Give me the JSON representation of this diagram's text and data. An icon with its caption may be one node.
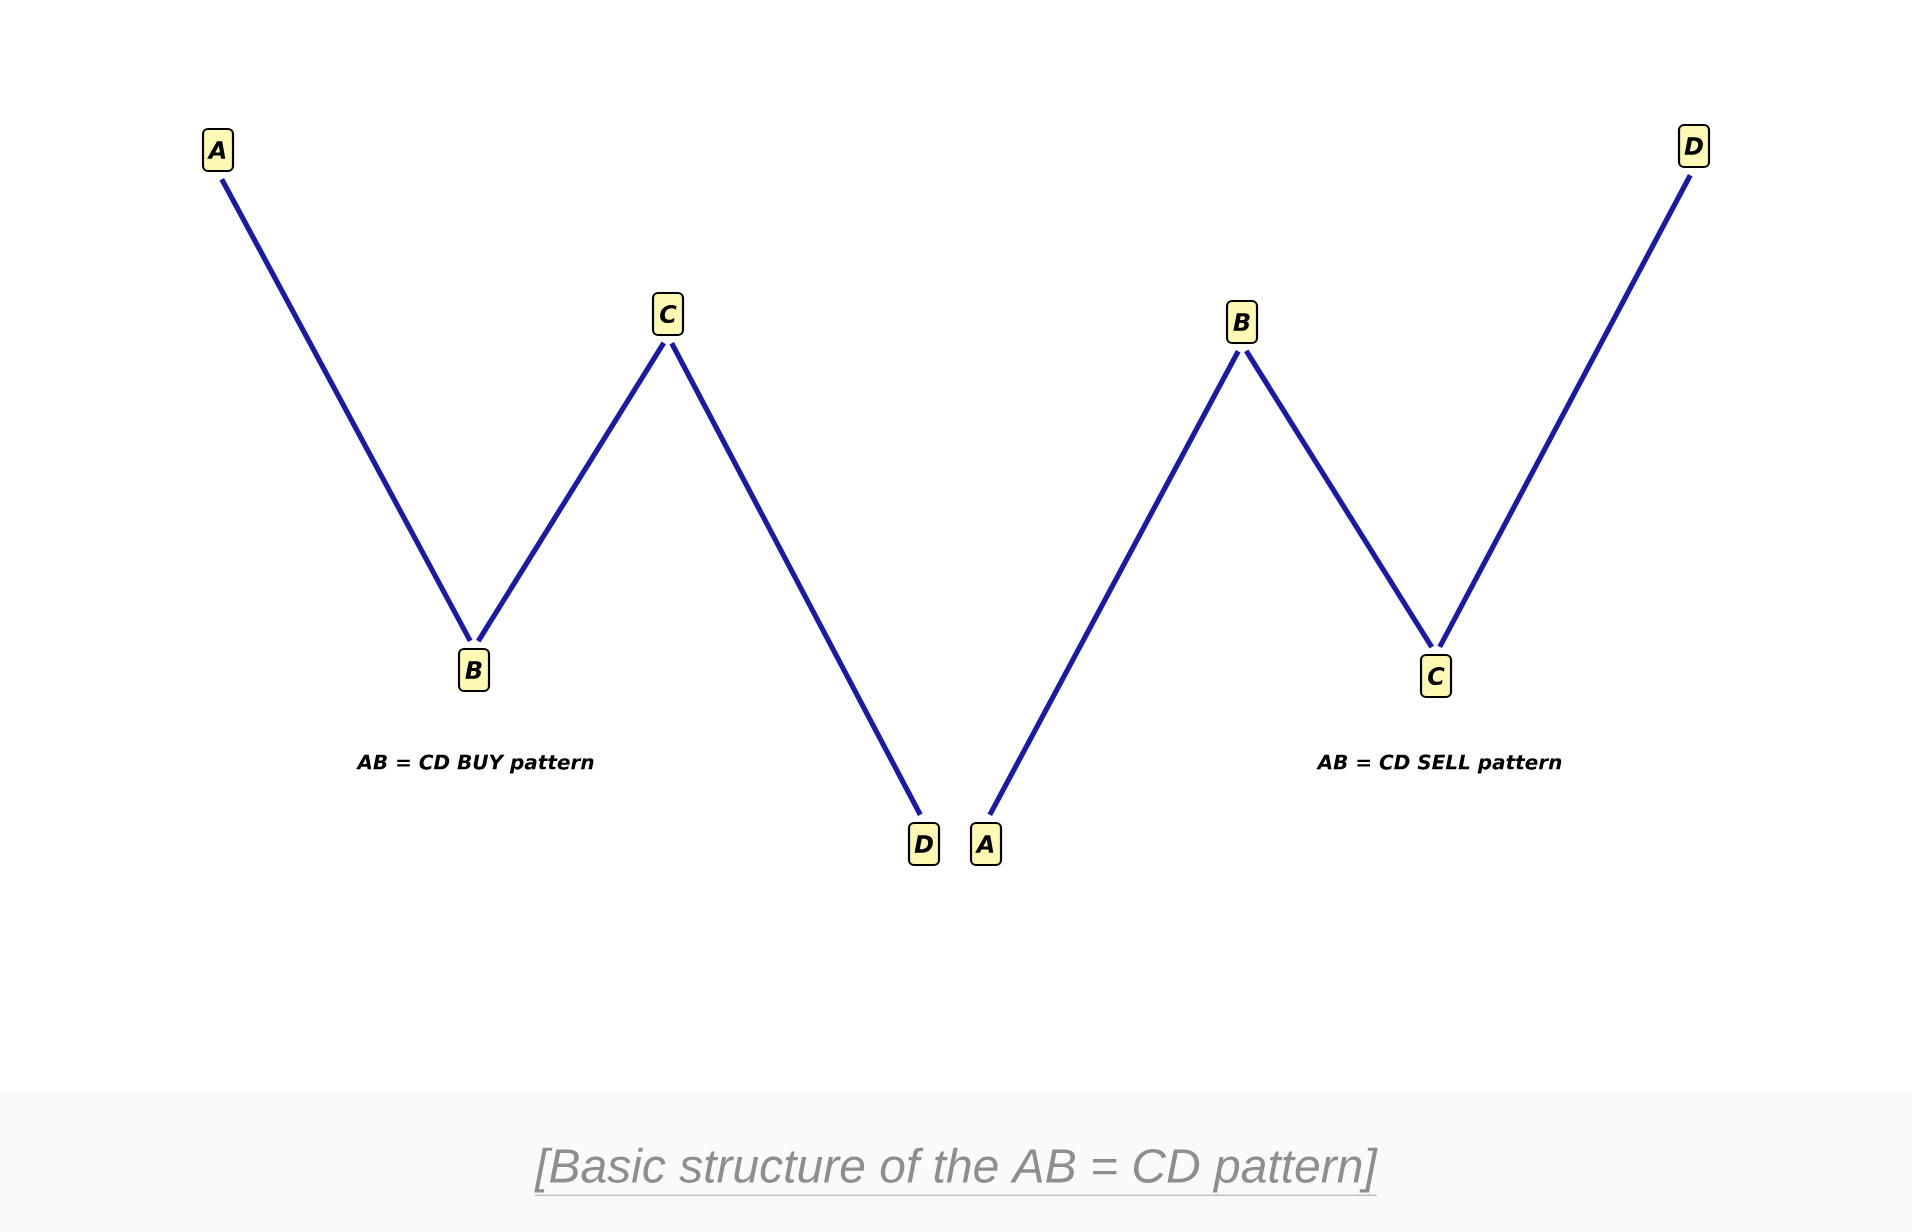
{
  "diagram": {
    "caption": "[Basic structure of the AB = CD pattern]",
    "nodes": [
      {
        "text": [
          "A"
        ]
      },
      {
        "text": [
          "B"
        ]
      },
      {
        "text": [
          "C"
        ]
      },
      {
        "text": [
          "D"
        ]
      },
      {
        "text": [
          "A"
        ]
      },
      {
        "text": [
          "B"
        ]
      },
      {
        "text": [
          "C"
        ]
      },
      {
        "text": [
          "D"
        ]
      }
    ],
    "edges": [
      {
        "from": 0,
        "to": 1,
        "arrow": "none"
      },
      {
        "from": 1,
        "to": 2,
        "arrow": "none"
      },
      {
        "from": 2,
        "to": 3,
        "arrow": "none"
      },
      {
        "from": 4,
        "to": 5,
        "arrow": "none"
      },
      {
        "from": 5,
        "to": 6,
        "arrow": "none"
      },
      {
        "from": 6,
        "to": 7,
        "arrow": "none"
      }
    ],
    "labels": [
      "AB = CD BUY pattern",
      "AB = CD SELL pattern"
    ]
  }
}
